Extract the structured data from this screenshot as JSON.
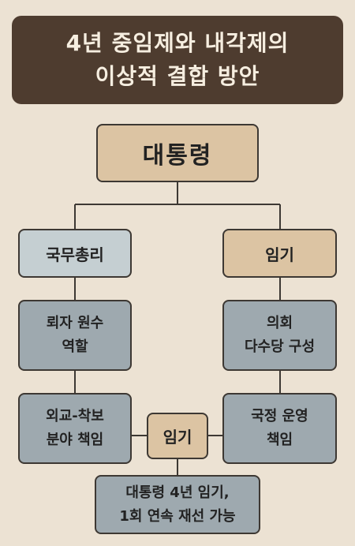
{
  "title": {
    "line1": "4년 중임제와 내각제의",
    "line2": "이상적 결합 방안"
  },
  "president": "대통령",
  "left": {
    "header": "국무총리",
    "box1": [
      "뢰자 원수",
      "역할"
    ],
    "box2": [
      "외교-착보",
      "분야 책임"
    ]
  },
  "right": {
    "header": "임기",
    "box1": [
      "의회",
      "다수당 구성"
    ],
    "box2": [
      "국정 운영",
      "책임"
    ]
  },
  "center_label": "임기",
  "bottom": [
    "대통령 4년 임기,",
    "1회 연속 재선 가능"
  ],
  "colors": {
    "title_bg": "#4e3c2f",
    "tan": "#dcc4a3",
    "light_blue": "#c5cfd2",
    "slate": "#9ea9af",
    "background": "#ece2d3"
  }
}
